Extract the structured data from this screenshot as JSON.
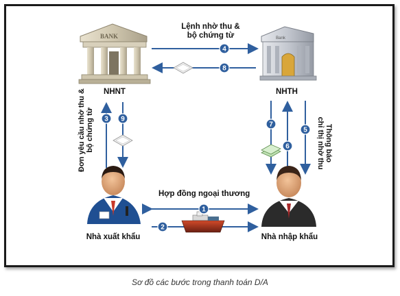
{
  "caption": "Sơ đồ các bước trong thanh toán D/A",
  "nodes": {
    "nhnt": "NHNT",
    "nhth": "NHTH",
    "exporter": "Nhà xuất khẩu",
    "importer": "Nhà nhập khẩu",
    "bank_sign": "BANK",
    "bank_sign_small": "Bank"
  },
  "labels": {
    "top_line1": "Lệnh nhờ thu &",
    "top_line2": "bộ chứng từ",
    "bottom": "Hợp đồng ngoại thương",
    "left_line1": "Đơn yêu cầu nhờ thu &",
    "left_line2": "bộ chứng từ",
    "right_line1": "Thông báo",
    "right_line2": "chỉ thị nhờ thu"
  },
  "steps": [
    "1",
    "2",
    "3",
    "4",
    "5",
    "6",
    "7",
    "8",
    "9"
  ],
  "colors": {
    "badge": "#2f5f9e",
    "arrow": "#2f5f9e",
    "frame": "#1a1a1a"
  }
}
